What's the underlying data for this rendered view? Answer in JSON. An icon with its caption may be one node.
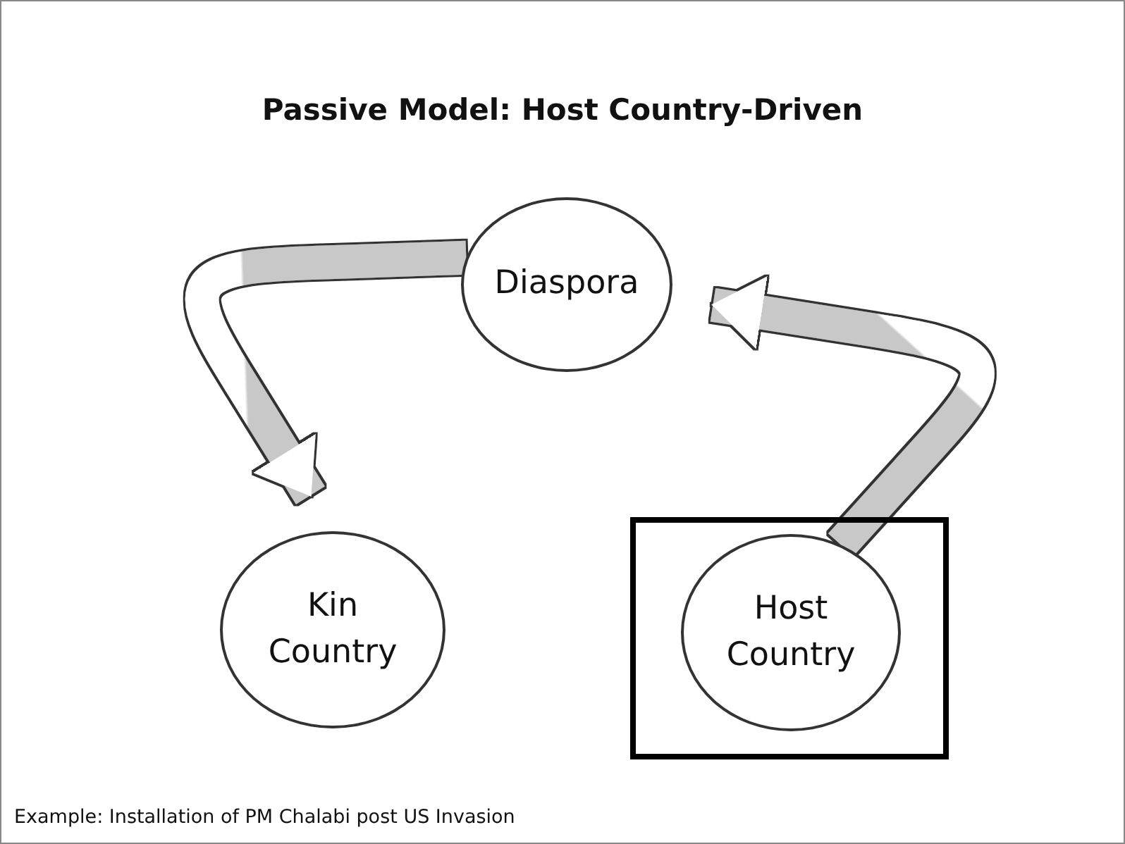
{
  "diagram": {
    "title": "Passive Model: Host Country-Driven",
    "caption": "Example: Installation of PM Chalabi post US Invasion",
    "nodes": [
      {
        "text": [
          "Diaspora"
        ]
      },
      {
        "text": [
          "Kin Country"
        ]
      },
      {
        "text": [],
        "shape": "box"
      },
      {
        "text": [
          "Host Country"
        ],
        "in": 2
      }
    ],
    "edges": [
      {
        "from": 0,
        "to": 1,
        "arrow": "to"
      },
      {
        "from": 3,
        "to": 0,
        "arrow": "to"
      }
    ]
  }
}
